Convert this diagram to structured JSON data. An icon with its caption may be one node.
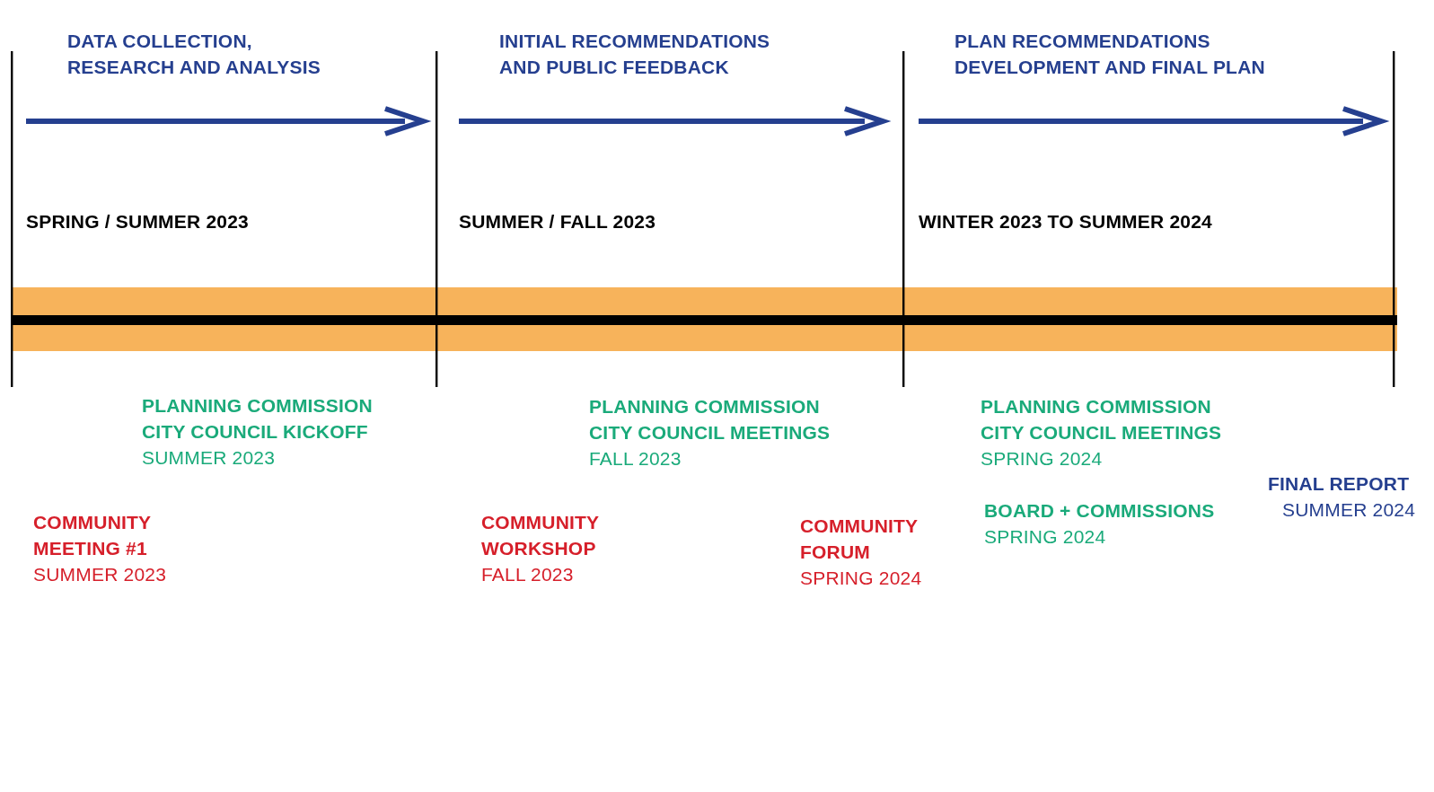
{
  "diagram": {
    "labels": [
      "DATA COLLECTION, RESEARCH AND ANALYSIS",
      "INITIAL RECOMMENDATIONS AND PUBLIC FEEDBACK",
      "PLAN RECOMMENDATIONS DEVELOPMENT AND FINAL PLAN",
      "SPRING / SUMMER 2023",
      "SUMMER / FALL 2023",
      "WINTER 2023 TO SUMMER 2024",
      "PLANNING COMMISSION CITY COUNCIL KICKOFF",
      "SUMMER 2023",
      "PLANNING COMMISSION CITY COUNCIL MEETINGS",
      "FALL 2023",
      "PLANNING COMMISSION CITY COUNCIL MEETINGS",
      "SPRING 2024",
      "FINAL REPORT",
      "BOARD + COMMISSIONS",
      "SUMMER 2024",
      "SPRING 2024",
      "COMMUNITY MEETING #1",
      "SUMMER 2023",
      "COMMUNITY WORKSHOP",
      "FALL 2023",
      "COMMUNITY FORUM",
      "SPRING 2024"
    ]
  }
}
